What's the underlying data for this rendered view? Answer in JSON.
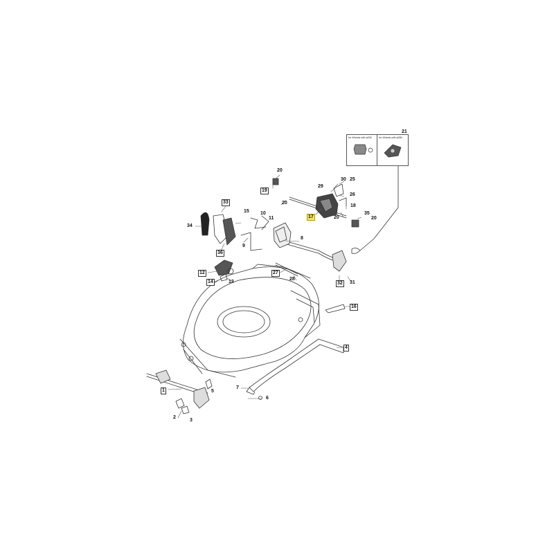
{
  "parts": {
    "p1": "1",
    "p2": "2",
    "p3": "3",
    "p4": "4",
    "p5": "5",
    "p6": "6",
    "p7": "7",
    "p8": "8",
    "p9": "9",
    "p10": "10",
    "p11": "11",
    "p12": "12",
    "p13": "13",
    "p14": "14",
    "p15": "15",
    "p16": "16",
    "p17": "17",
    "p18": "18",
    "p19": "19",
    "p20a": "20",
    "p20b": "20",
    "p20c": "20",
    "p20d": "20",
    "p21": "21",
    "p25": "25",
    "p26": "26",
    "p27": "27",
    "p28": "28",
    "p29": "29",
    "p30": "30",
    "p31": "31",
    "p32": "32",
    "p33": "33",
    "p34": "34",
    "p35": "35",
    "p36": "36"
  },
  "inset": {
    "left_caption": "for Wheels with ø200",
    "right_caption": "for Wheels with ø280"
  },
  "colors": {
    "line": "#333333",
    "highlight": "#f3e36a"
  }
}
